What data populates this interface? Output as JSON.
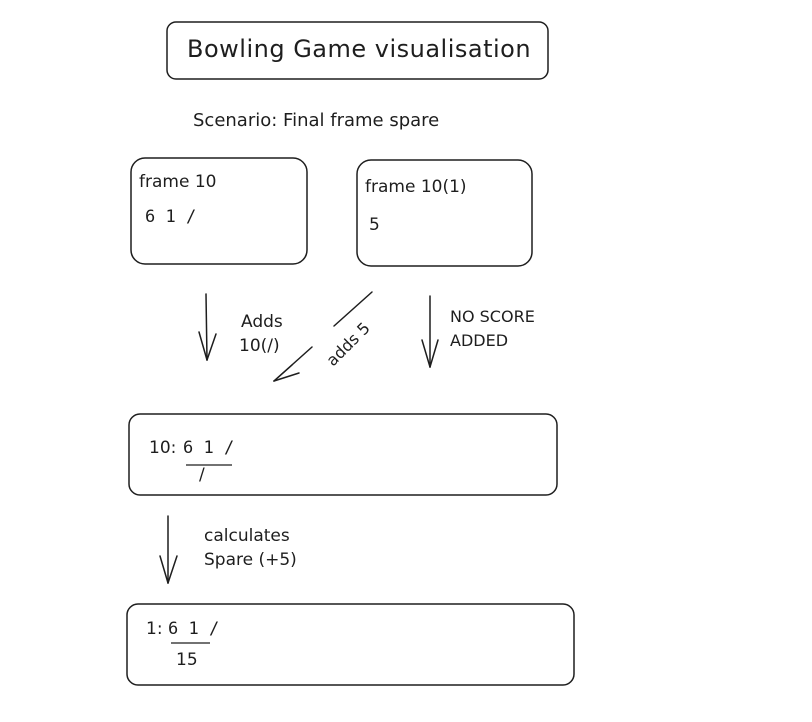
{
  "title": "Bowling Game visualisation",
  "scenario": "Scenario: Final frame spare",
  "frame_a": {
    "header": "frame 10",
    "rolls": "6 1 /"
  },
  "frame_b": {
    "header": "frame 10(1)",
    "rolls": "5"
  },
  "arrows": {
    "adds_10_line1": "Adds",
    "adds_10_line2": "10(/)",
    "adds_5": "adds 5",
    "no_score_line1": "NO SCORE",
    "no_score_line2": "ADDED",
    "calculates_line1": "calculates",
    "calculates_line2": "Spare (+5)"
  },
  "frame_result": {
    "prefix": "10:",
    "rolls": "6 1 /",
    "score": "/"
  },
  "final_result": {
    "prefix": "1:",
    "rolls": "6 1 /",
    "score": "15"
  }
}
